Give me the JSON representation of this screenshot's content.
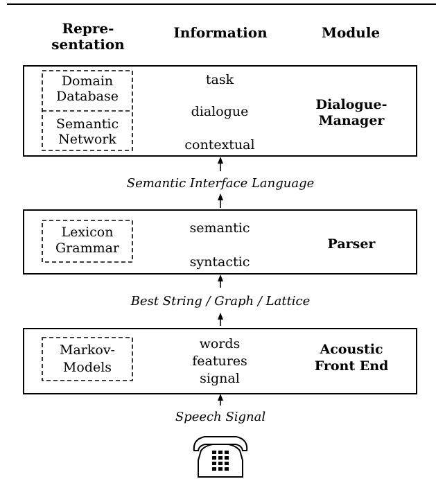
{
  "headers": {
    "representation": [
      "Repre-",
      "sentation"
    ],
    "information": "Information",
    "module": "Module"
  },
  "layers": [
    {
      "representations": [
        [
          "Domain",
          "Database"
        ],
        [
          "Semantic",
          "Network"
        ]
      ],
      "information": [
        "task",
        "dialogue",
        "contextual"
      ],
      "module": [
        "Dialogue-",
        "Manager"
      ]
    },
    {
      "representations": [
        [
          "Lexicon",
          "Grammar"
        ]
      ],
      "information": [
        "semantic",
        "syntactic"
      ],
      "module": [
        "Parser"
      ]
    },
    {
      "representations": [
        [
          "Markov-",
          "Models"
        ]
      ],
      "information": [
        "words",
        "features",
        "signal"
      ],
      "module": [
        "Acoustic",
        "Front End"
      ]
    }
  ],
  "links": [
    "Semantic Interface Language",
    "Best String / Graph / Lattice",
    "Speech Signal"
  ],
  "input_device": "telephone-icon"
}
